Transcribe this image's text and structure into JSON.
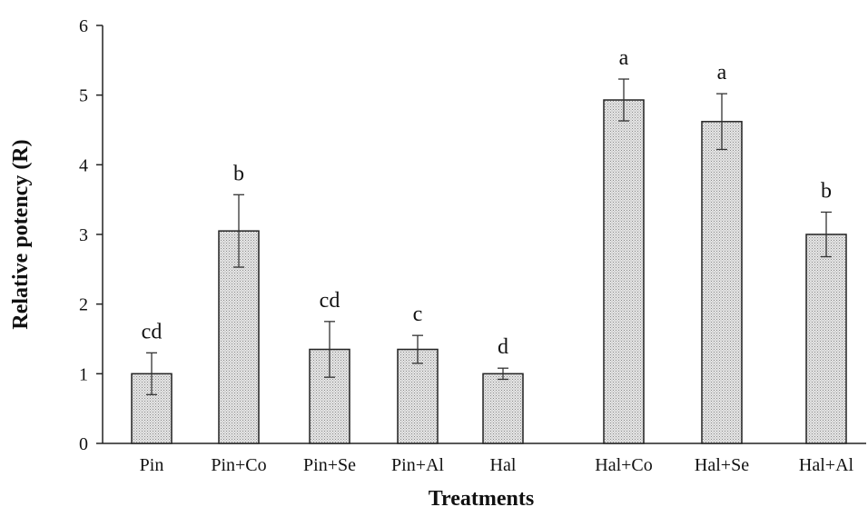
{
  "chart_data": {
    "type": "bar",
    "title": "",
    "xlabel": "Treatments",
    "ylabel": "Relative potency (R)",
    "ylim": [
      0,
      6
    ],
    "yticks": [
      "0",
      "1",
      "2",
      "3",
      "4",
      "5",
      "6"
    ],
    "grid": false,
    "categories": [
      "Pin",
      "Pin+Co",
      "Pin+Se",
      "Pin+Al",
      "Hal",
      "Hal+Co",
      "Hal+Se",
      "Hal+Al"
    ],
    "values": [
      1.0,
      3.05,
      1.35,
      1.35,
      1.0,
      4.93,
      4.62,
      3.0
    ],
    "errors": [
      0.3,
      0.52,
      0.4,
      0.2,
      0.08,
      0.3,
      0.4,
      0.32
    ],
    "labels": [
      "cd",
      "b",
      "cd",
      "c",
      "d",
      "a",
      "a",
      "b"
    ],
    "bar_fill": "#d9d9d9",
    "bar_edge": "#222222"
  }
}
